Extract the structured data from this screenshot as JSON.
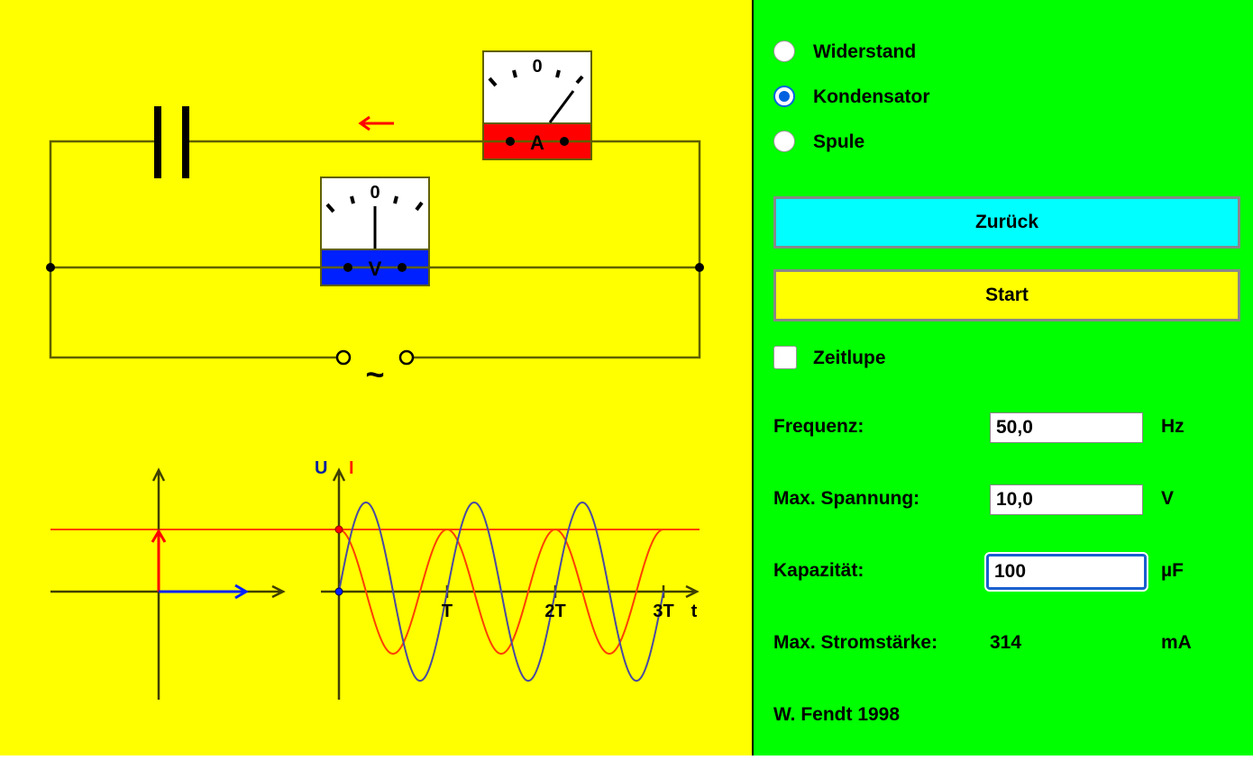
{
  "circuit": {
    "ammeter_label": "A",
    "voltmeter_label": "V",
    "meter_zero": "0",
    "source_symbol": "~"
  },
  "graph": {
    "u_label": "U",
    "i_label": "I",
    "t_label": "t",
    "ticks": [
      "T",
      "2T",
      "3T"
    ]
  },
  "colors": {
    "voltage": "#0000ff",
    "current": "#ff0000",
    "graph_voltage": "#4a4aa0",
    "graph_current": "#ff4000"
  },
  "panel": {
    "radios": [
      {
        "label": "Widerstand",
        "checked": false
      },
      {
        "label": "Kondensator",
        "checked": true
      },
      {
        "label": "Spule",
        "checked": false
      }
    ],
    "back_button": "Zurück",
    "start_button": "Start",
    "slowmo_label": "Zeitlupe",
    "fields": [
      {
        "label": "Frequenz:",
        "value": "50,0",
        "unit": "Hz"
      },
      {
        "label": "Max. Spannung:",
        "value": "10,0",
        "unit": "V"
      },
      {
        "label": "Kapazität:",
        "value": "100",
        "unit": "µF"
      }
    ],
    "result": {
      "label": "Max. Stromstärke:",
      "value": "314",
      "unit": "mA"
    },
    "credit": "W. Fendt 1998"
  }
}
